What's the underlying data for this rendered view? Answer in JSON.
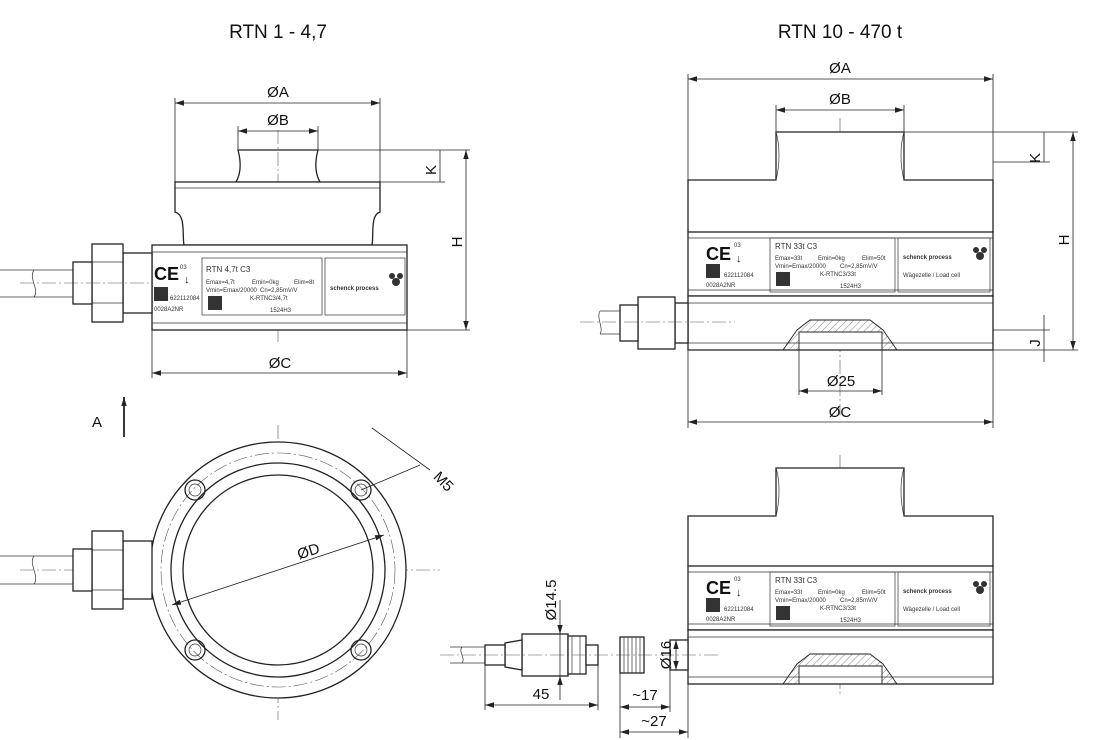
{
  "titles": {
    "left": "RTN 1 - 4,7",
    "right": "RTN 10 - 470 t"
  },
  "view_label": "A",
  "dimensions": {
    "phiA": "ØA",
    "phiB": "ØB",
    "phiC": "ØC",
    "phiD": "ØD",
    "K": "K",
    "H": "H",
    "J": "J",
    "phi25": "Ø25",
    "M5": "M5",
    "phi14_5": "Ø14.5",
    "phi16": "Ø16",
    "d45": "45",
    "d17": "~17",
    "d27": "~27"
  },
  "small_cell_label": {
    "ce": "CE",
    "ce_sup": "03",
    "model": "RTN 4,7t C3",
    "emax": "Emax=4,7t",
    "emin": "Emin=0kg",
    "elim": "Elim=8t",
    "vmin": "Vmin=Emax/20000",
    "cn": "Cn=2,85mV/V",
    "serial": "K-RTNC3/4,7t",
    "code1": "622112084",
    "code2": "0028A2NR",
    "code3": "1524H3",
    "brand": "schenck process"
  },
  "large_cell_label": {
    "ce": "CE",
    "ce_sup": "03",
    "model": "RTN 33t C3",
    "emax": "Emax=33t",
    "emin": "Emin=0kg",
    "elim": "Elim=50t",
    "vmin": "Vmin=Emax/20000",
    "cn": "Cn=2,85mV/V",
    "serial": "K-RTNC3/33t",
    "code1": "622112084",
    "code2": "0028A2NR",
    "code3": "1524H3",
    "brand": "schenck process",
    "sub": "Wägezelle / Load cell"
  }
}
